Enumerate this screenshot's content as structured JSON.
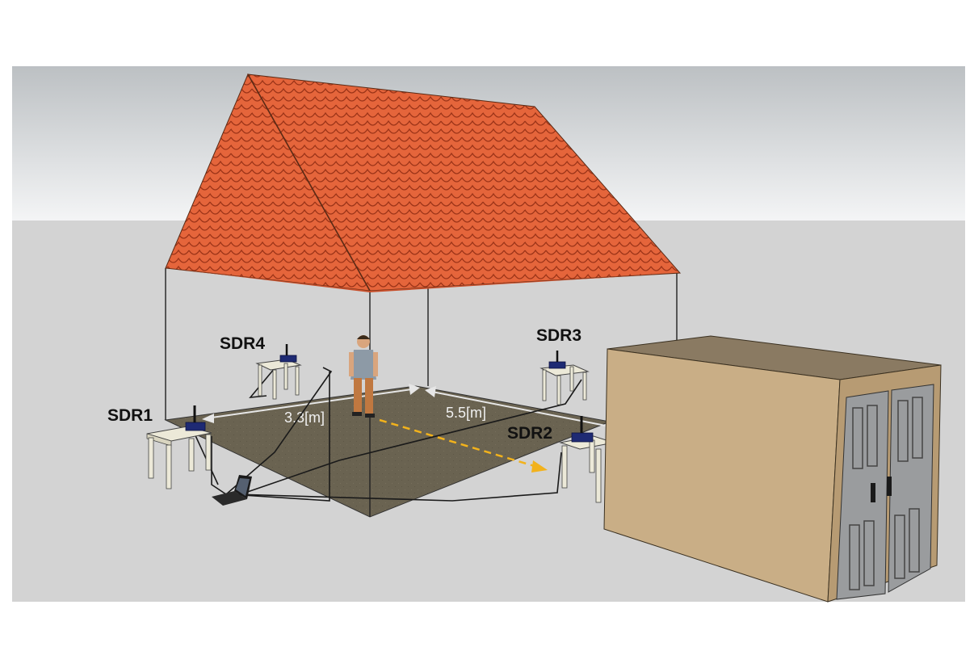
{
  "diagram": {
    "nodes": [
      {
        "id": "sdr1",
        "label": "SDR1"
      },
      {
        "id": "sdr2",
        "label": "SDR2"
      },
      {
        "id": "sdr3",
        "label": "SDR3"
      },
      {
        "id": "sdr4",
        "label": "SDR4"
      }
    ],
    "dimensions": {
      "width": "3.3[m]",
      "length": "5.5[m]"
    },
    "colors": {
      "roof": "#e5653b",
      "roof_scale_line": "#9c3418",
      "floor": "#6b6452",
      "ground": "#d3d3d3",
      "sky_top": "#bfc3c6",
      "cabinet_front": "#c9ae86",
      "cabinet_side": "#b79b73",
      "cabinet_top": "#8a7a62",
      "door": "#9a9c9e",
      "walk_path": "#f2b21c",
      "sdr_device": "#1e2a73"
    },
    "icons": [
      "person-icon",
      "laptop-icon",
      "antenna-icon",
      "table-icon",
      "cabinet-door-icon"
    ]
  }
}
